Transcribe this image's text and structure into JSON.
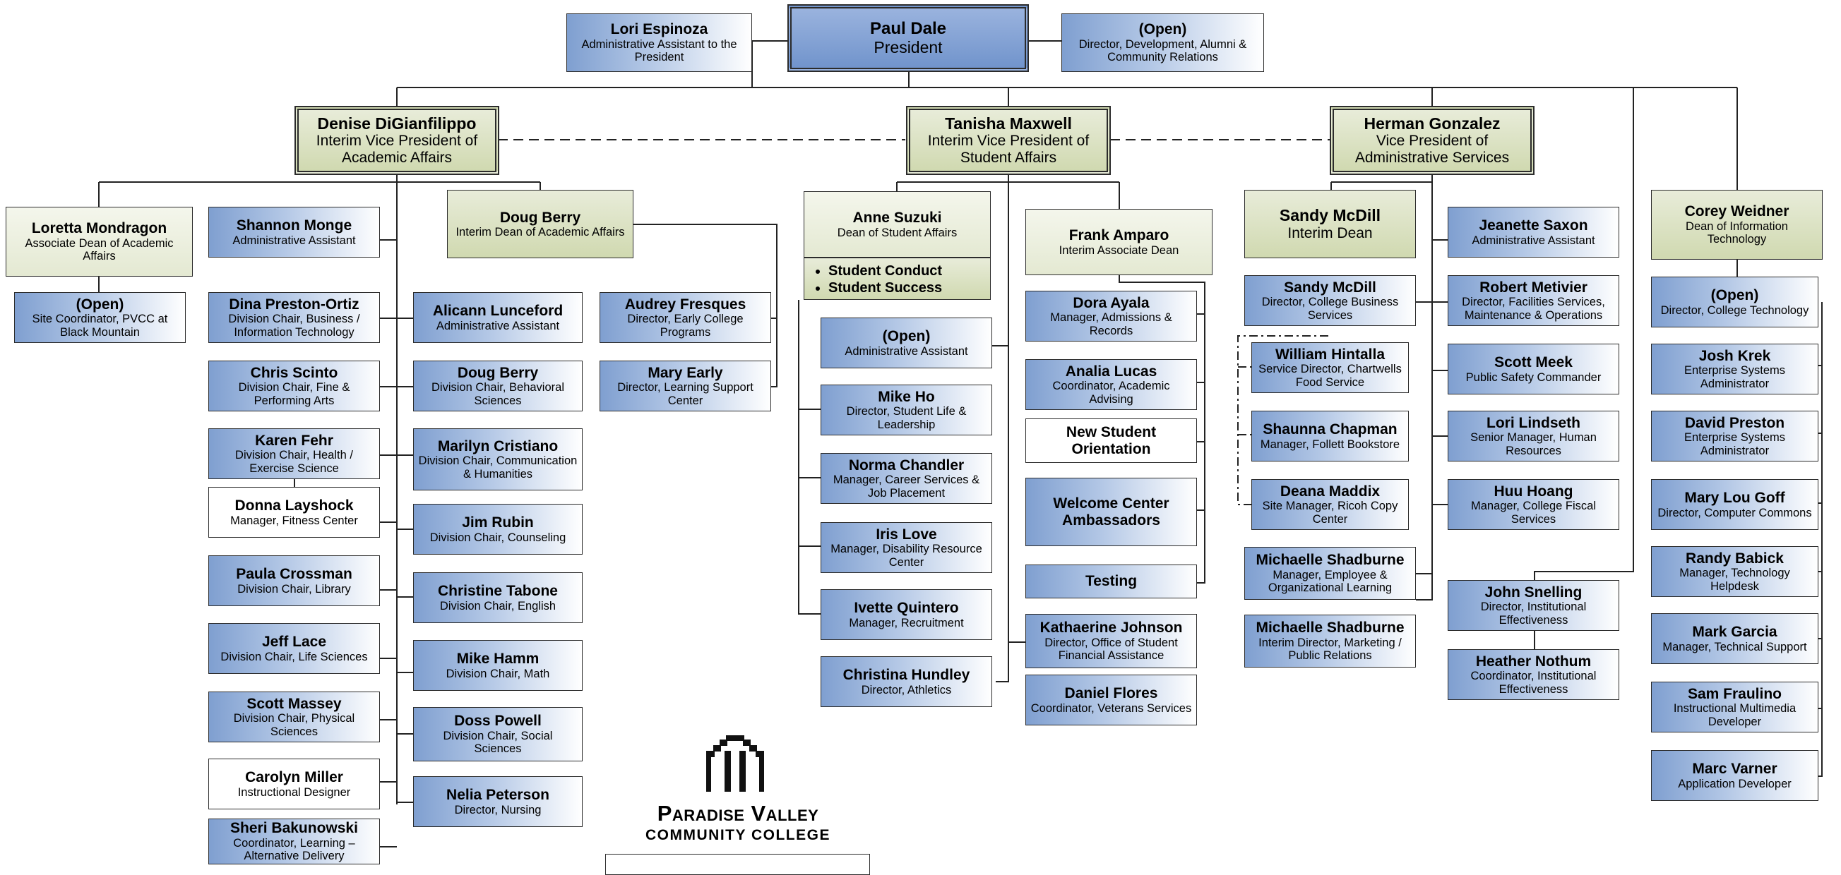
{
  "college": {
    "name_line1": "Paradise Valley",
    "name_line2": "Community College"
  },
  "positions": {
    "president": {
      "name": "Paul Dale",
      "title": "President"
    },
    "admin_asst_president": {
      "name": "Lori Espinoza",
      "title": "Administrative Assistant to the President"
    },
    "dev_director": {
      "name": "(Open)",
      "title": "Director, Development, Alumni & Community Relations"
    },
    "vp_academic": {
      "name": "Denise DiGianfilippo",
      "title": "Interim Vice President of Academic Affairs"
    },
    "vp_student": {
      "name": "Tanisha Maxwell",
      "title": "Interim Vice President of Student Affairs"
    },
    "vp_admin": {
      "name": "Herman Gonzalez",
      "title": "Vice President of Administrative Services"
    },
    "assoc_dean_academic": {
      "name": "Loretta Mondragon",
      "title": "Associate Dean of Academic Affairs"
    },
    "site_coordinator": {
      "name": "(Open)",
      "title": "Site Coordinator, PVCC at Black Mountain"
    },
    "shannon_monge": {
      "name": "Shannon Monge",
      "title": "Administrative Assistant"
    },
    "dina_preston": {
      "name": "Dina Preston-Ortiz",
      "title": "Division Chair, Business / Information Technology"
    },
    "chris_scinto": {
      "name": "Chris Scinto",
      "title": "Division Chair, Fine & Performing Arts"
    },
    "karen_fehr": {
      "name": "Karen Fehr",
      "title": "Division Chair, Health / Exercise Science"
    },
    "donna_layshock": {
      "name": "Donna Layshock",
      "title": "Manager, Fitness Center"
    },
    "paula_crossman": {
      "name": "Paula Crossman",
      "title": "Division Chair, Library"
    },
    "jeff_lace": {
      "name": "Jeff Lace",
      "title": "Division Chair, Life Sciences"
    },
    "scott_massey": {
      "name": "Scott Massey",
      "title": "Division Chair, Physical Sciences"
    },
    "carolyn_miller": {
      "name": "Carolyn Miller",
      "title": "Instructional Designer"
    },
    "sheri_bakunowski": {
      "name": "Sheri Bakunowski",
      "title": "Coordinator, Learning – Alternative Delivery"
    },
    "doug_berry_dean": {
      "name": "Doug Berry",
      "title": "Interim Dean of Academic Affairs"
    },
    "alicann_lunceford": {
      "name": "Alicann Lunceford",
      "title": "Administrative Assistant"
    },
    "doug_berry_chair": {
      "name": "Doug Berry",
      "title": "Division Chair, Behavioral Sciences"
    },
    "marilyn_cristiano": {
      "name": "Marilyn Cristiano",
      "title": "Division Chair, Communication & Humanities"
    },
    "jim_rubin": {
      "name": "Jim Rubin",
      "title": "Division Chair, Counseling"
    },
    "christine_tabone": {
      "name": "Christine Tabone",
      "title": "Division Chair, English"
    },
    "mike_hamm": {
      "name": "Mike Hamm",
      "title": "Division Chair, Math"
    },
    "doss_powell": {
      "name": "Doss Powell",
      "title": "Division Chair, Social Sciences"
    },
    "nelia_peterson": {
      "name": "Nelia Peterson",
      "title": "Director, Nursing"
    },
    "audrey_fresques": {
      "name": "Audrey Fresques",
      "title": "Director, Early College Programs"
    },
    "mary_early": {
      "name": "Mary Early",
      "title": "Director, Learning Support Center"
    },
    "anne_suzuki": {
      "name": "Anne Suzuki",
      "title": "Dean of Student Affairs"
    },
    "anne_suzuki_duties": [
      "Student Conduct",
      "Student Success"
    ],
    "student_admin_asst": {
      "name": "(Open)",
      "title": "Administrative Assistant"
    },
    "mike_ho": {
      "name": "Mike Ho",
      "title": "Director, Student Life & Leadership"
    },
    "norma_chandler": {
      "name": "Norma Chandler",
      "title": "Manager, Career Services & Job Placement"
    },
    "iris_love": {
      "name": "Iris Love",
      "title": "Manager, Disability Resource Center"
    },
    "ivette_quintero": {
      "name": "Ivette Quintero",
      "title": "Manager, Recruitment"
    },
    "christina_hundley": {
      "name": "Christina Hundley",
      "title": "Director, Athletics"
    },
    "frank_amparo": {
      "name": "Frank Amparo",
      "title": "Interim Associate Dean"
    },
    "dora_ayala": {
      "name": "Dora Ayala",
      "title": "Manager, Admissions & Records"
    },
    "analia_lucas": {
      "name": "Analia Lucas",
      "title": "Coordinator, Academic Advising"
    },
    "new_student_orientation": {
      "name": "New Student Orientation"
    },
    "welcome_center": {
      "name": "Welcome Center Ambassadors"
    },
    "testing": {
      "name": "Testing"
    },
    "katherine_johnson": {
      "name": "Kathaerine Johnson",
      "title": "Director, Office of Student Financial Assistance"
    },
    "daniel_flores": {
      "name": "Daniel Flores",
      "title": "Coordinator, Veterans Services"
    },
    "sandy_mcdill_dean": {
      "name": "Sandy McDill",
      "title": "Interim Dean"
    },
    "sandy_mcdill_director": {
      "name": "Sandy McDill",
      "title": "Director, College Business Services"
    },
    "william_hintalla": {
      "name": "William Hintalla",
      "title": "Service Director, Chartwells Food Service"
    },
    "shaunna_chapman": {
      "name": "Shaunna Chapman",
      "title": "Manager, Follett Bookstore"
    },
    "deana_maddix": {
      "name": "Deana Maddix",
      "title": "Site Manager, Ricoh Copy Center"
    },
    "michaelle_shadburne_1": {
      "name": "Michaelle Shadburne",
      "title": "Manager, Employee & Organizational Learning"
    },
    "michaelle_shadburne_2": {
      "name": "Michaelle Shadburne",
      "title": "Interim Director, Marketing / Public Relations"
    },
    "jeanette_saxon": {
      "name": "Jeanette Saxon",
      "title": "Administrative Assistant"
    },
    "robert_metivier": {
      "name": "Robert Metivier",
      "title": "Director, Facilities Services, Maintenance & Operations"
    },
    "scott_meek": {
      "name": "Scott Meek",
      "title": "Public Safety Commander"
    },
    "lori_lindseth": {
      "name": "Lori Lindseth",
      "title": "Senior Manager, Human Resources"
    },
    "huu_hoang": {
      "name": "Huu Hoang",
      "title": "Manager, College Fiscal Services"
    },
    "john_snelling": {
      "name": "John Snelling",
      "title": "Director, Institutional Effectiveness"
    },
    "heather_nothum": {
      "name": "Heather Nothum",
      "title": "Coordinator, Institutional Effectiveness"
    },
    "corey_weidner": {
      "name": "Corey Weidner",
      "title": "Dean of Information Technology"
    },
    "it_director": {
      "name": "(Open)",
      "title": "Director, College Technology"
    },
    "josh_krek": {
      "name": "Josh Krek",
      "title": "Enterprise Systems Administrator"
    },
    "david_preston": {
      "name": "David Preston",
      "title": "Enterprise Systems Administrator"
    },
    "mary_lou_goff": {
      "name": "Mary Lou Goff",
      "title": "Director, Computer Commons"
    },
    "randy_babick": {
      "name": "Randy Babick",
      "title": "Manager, Technology Helpdesk"
    },
    "mark_garcia": {
      "name": "Mark Garcia",
      "title": "Manager, Technical Support"
    },
    "sam_fraulino": {
      "name": "Sam Fraulino",
      "title": "Instructional Multimedia Developer"
    },
    "marc_varner": {
      "name": "Marc Varner",
      "title": "Application Developer"
    }
  }
}
